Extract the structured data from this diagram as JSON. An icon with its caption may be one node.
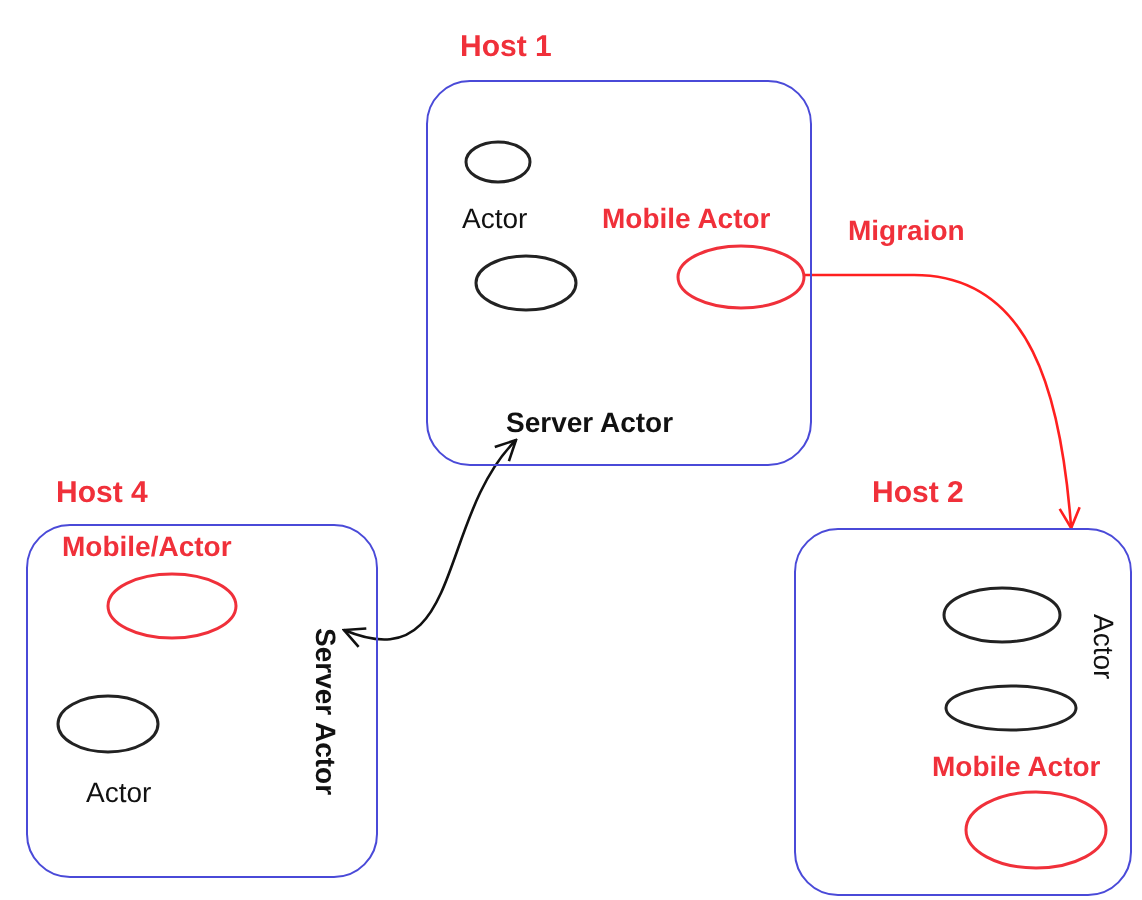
{
  "diagram": {
    "nodes": [
      {
        "text": [
          "Host 1"
        ]
      },
      {
        "text": [],
        "shape": "ellipse",
        "beside": [
          "Actor"
        ],
        "in": 0
      },
      {
        "text": [],
        "shape": "ellipse",
        "in": 0
      },
      {
        "text": [],
        "shape": "ellipse",
        "beside": [
          "Mobile Actor"
        ],
        "in": 0
      },
      {
        "text": [
          "Server Actor"
        ],
        "in": 0
      },
      {
        "text": [
          "Host 4"
        ]
      },
      {
        "text": [],
        "shape": "ellipse",
        "beside": [
          "Mobile/Actor"
        ],
        "in": 5
      },
      {
        "text": [],
        "shape": "ellipse",
        "beside": [
          "Actor"
        ],
        "in": 5
      },
      {
        "text": [
          "Server Actor"
        ],
        "in": 5
      },
      {
        "text": [
          "Host 2"
        ]
      },
      {
        "text": [],
        "shape": "ellipse",
        "beside": [
          "Actor"
        ],
        "in": 9
      },
      {
        "text": [],
        "shape": "ellipse",
        "in": 9
      },
      {
        "text": [],
        "shape": "ellipse",
        "beside": [
          "Mobile Actor"
        ],
        "in": 9
      }
    ],
    "edges": [
      {
        "from": 3,
        "to": 9,
        "arrow": "to",
        "label": "Migraion",
        "color": "#ff2020"
      },
      {
        "from": 8,
        "to": 4,
        "arrow": "both",
        "color": "#111111"
      }
    ]
  }
}
